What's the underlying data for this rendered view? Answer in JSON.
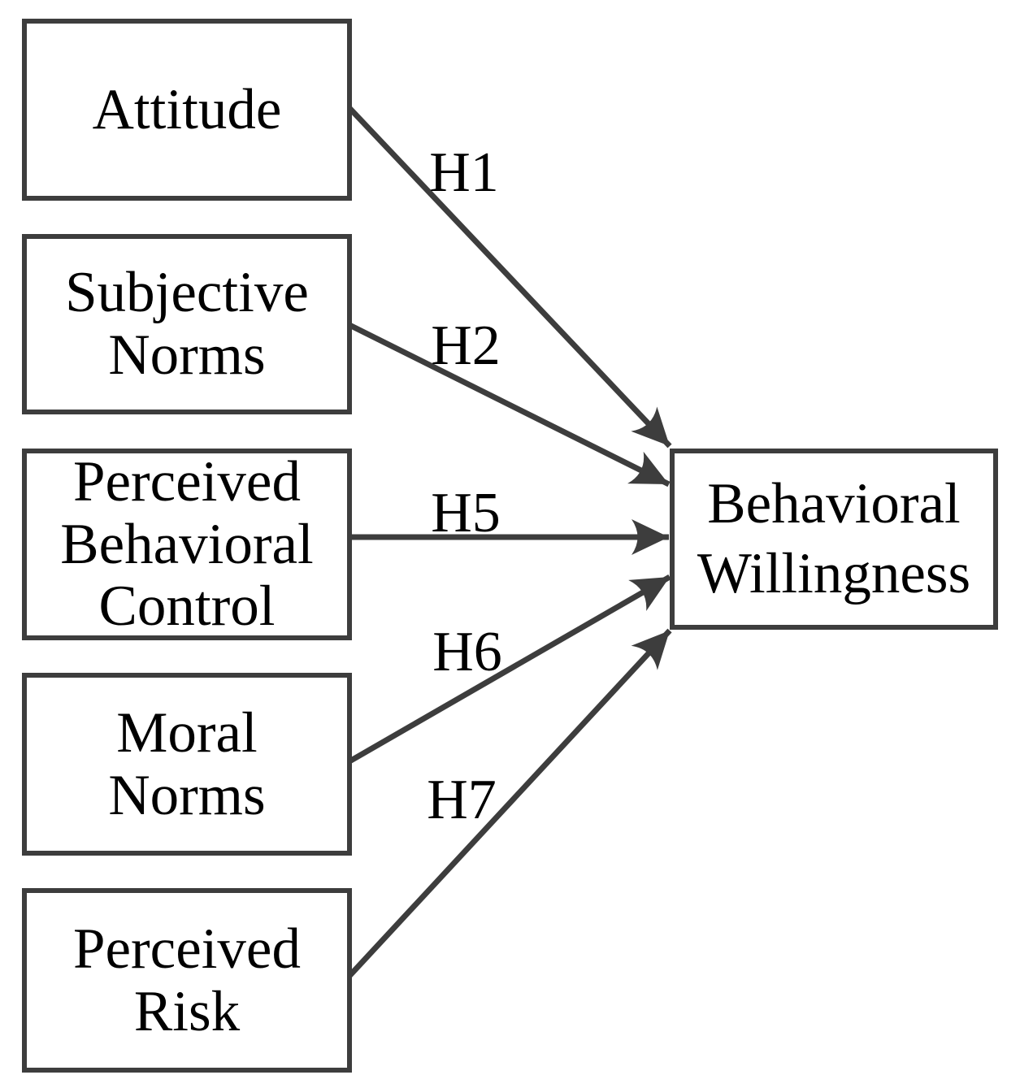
{
  "diagram": {
    "title_none_visible": "",
    "nodes": [
      {
        "id": "attitude",
        "label": "Attitude"
      },
      {
        "id": "subjective-norms",
        "label": "Subjective\nNorms"
      },
      {
        "id": "perceived-behavioral-control",
        "label": "Perceived\nBehavioral\nControl"
      },
      {
        "id": "moral-norms",
        "label": "Moral\nNorms"
      },
      {
        "id": "perceived-risk",
        "label": "Perceived\nRisk"
      },
      {
        "id": "behavioral-willingness",
        "label": "Behavioral\nWillingness"
      }
    ],
    "edges": [
      {
        "from": "attitude",
        "to": "behavioral-willingness",
        "label": "H1"
      },
      {
        "from": "subjective-norms",
        "to": "behavioral-willingness",
        "label": "H2"
      },
      {
        "from": "perceived-behavioral-control",
        "to": "behavioral-willingness",
        "label": "H5"
      },
      {
        "from": "moral-norms",
        "to": "behavioral-willingness",
        "label": "H6"
      },
      {
        "from": "perceived-risk",
        "to": "behavioral-willingness",
        "label": "H7"
      }
    ],
    "colors": {
      "stroke": "#3d3d3d",
      "text": "#000000",
      "background": "#ffffff"
    }
  }
}
